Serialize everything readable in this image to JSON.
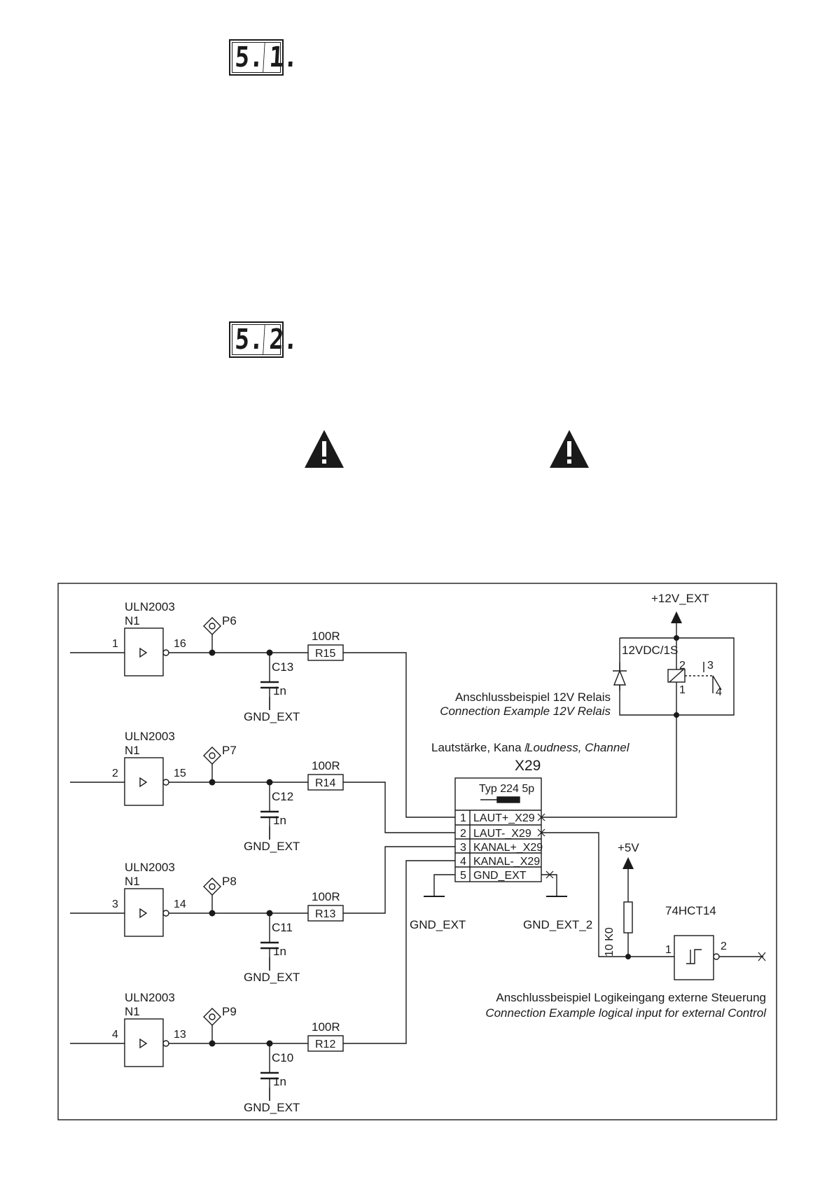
{
  "displays": [
    {
      "id": "S1",
      "chars": [
        "5.",
        "1."
      ]
    },
    {
      "id": "S2",
      "chars": [
        "5.",
        "2."
      ]
    }
  ],
  "warnings": [
    "warning-triangle-icon",
    "warning-triangle-icon"
  ],
  "schematic": {
    "channels": [
      {
        "ic": "ULN2003",
        "unit": "N1",
        "in_pin": "1",
        "out_pin": "16",
        "tp": "P6",
        "cap": "C13",
        "cap_val": "1n",
        "gnd": "GND_EXT",
        "res_val": "100R",
        "res": "R15"
      },
      {
        "ic": "ULN2003",
        "unit": "N1",
        "in_pin": "2",
        "out_pin": "15",
        "tp": "P7",
        "cap": "C12",
        "cap_val": "1n",
        "gnd": "GND_EXT",
        "res_val": "100R",
        "res": "R14"
      },
      {
        "ic": "ULN2003",
        "unit": "N1",
        "in_pin": "3",
        "out_pin": "14",
        "tp": "P8",
        "cap": "C11",
        "cap_val": "1n",
        "gnd": "GND_EXT",
        "res_val": "100R",
        "res": "R13"
      },
      {
        "ic": "ULN2003",
        "unit": "N1",
        "in_pin": "4",
        "out_pin": "13",
        "tp": "P9",
        "cap": "C10",
        "cap_val": "1n",
        "gnd": "GND_EXT",
        "res_val": "100R",
        "res": "R12"
      }
    ],
    "connector": {
      "caption_de": "Lautstärke, Kana / ",
      "caption_en": "Loudness, Channel",
      "name": "X29",
      "type": "Typ 224 5p",
      "pins": [
        {
          "num": "1",
          "label": "LAUT+_X29"
        },
        {
          "num": "2",
          "label": "LAUT-_X29"
        },
        {
          "num": "3",
          "label": "KANAL+_X29"
        },
        {
          "num": "4",
          "label": "KANAL-_X29"
        },
        {
          "num": "5",
          "label": "GND_EXT"
        }
      ],
      "gnd_left": "GND_EXT",
      "gnd_right": "GND_EXT_2"
    },
    "relay": {
      "supply": "+12V_EXT",
      "coil": "12VDC/1S",
      "pin_top": "2",
      "pin_bottom": "1",
      "contact_a": "3",
      "contact_b": "4",
      "caption_de": "Anschlussbeispiel 12V Relais",
      "caption_en": "Connection Example 12V Relais"
    },
    "logic": {
      "supply": "+5V",
      "resistor": "10 K0",
      "ic": "74HCT14",
      "pin_in": "1",
      "pin_out": "2",
      "caption_de": "Anschlussbeispiel Logikeingang externe Steuerung",
      "caption_en": "Connection Example logical input for external Control"
    }
  }
}
